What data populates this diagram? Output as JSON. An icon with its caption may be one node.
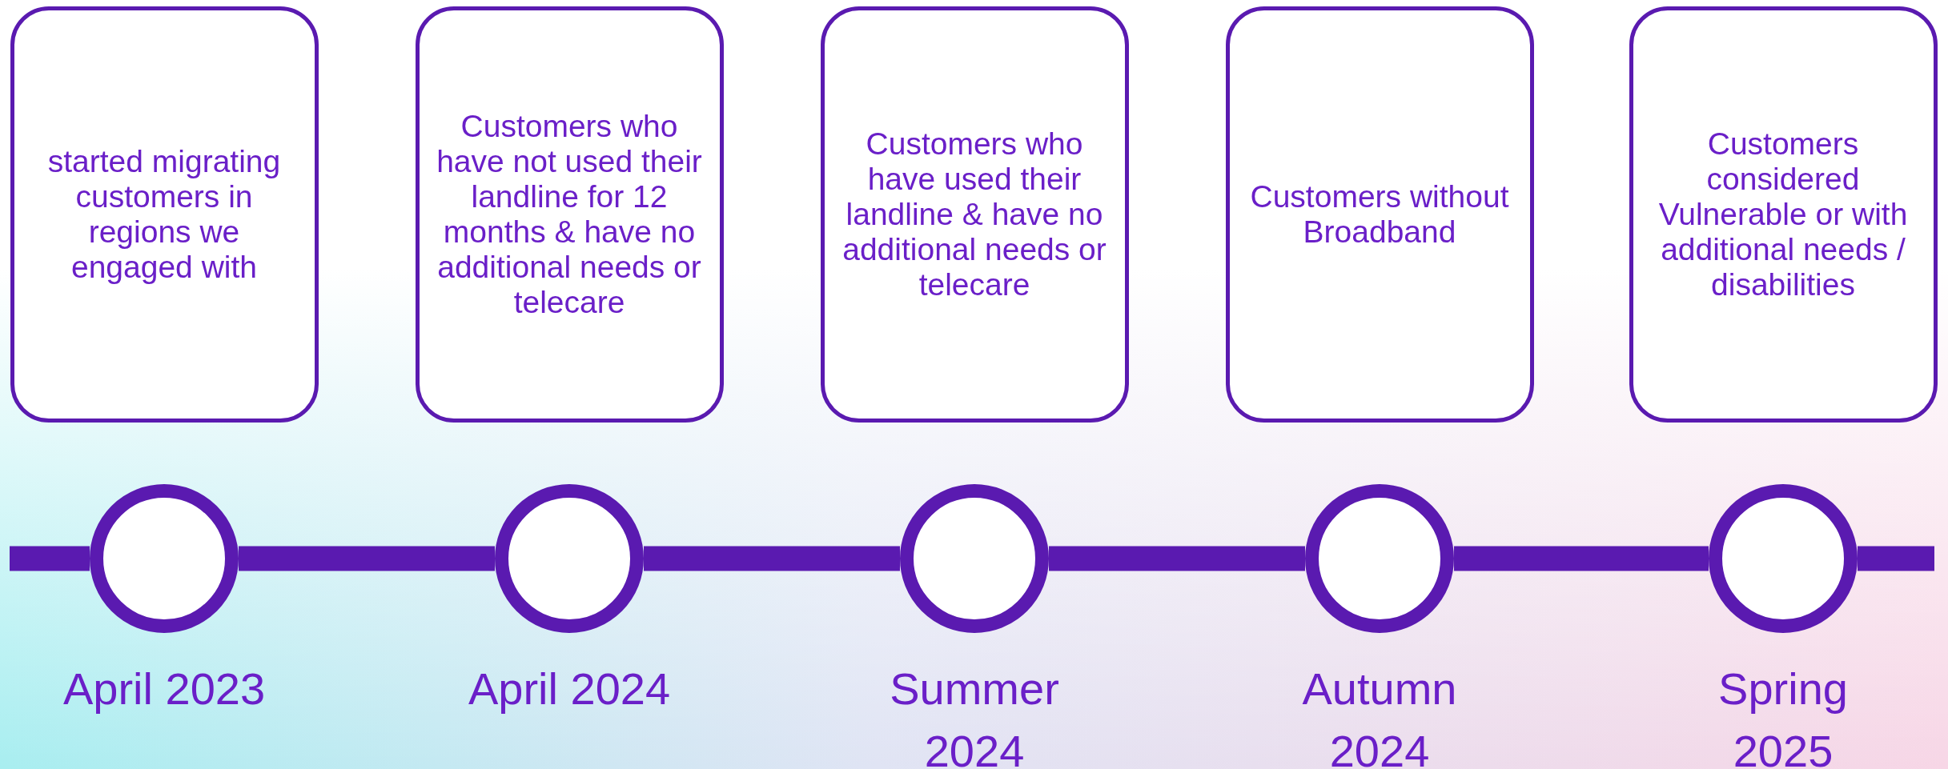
{
  "diagram": {
    "nodes": [
      {
        "text": [
          "started migrating customers in regions we engaged with"
        ]
      },
      {
        "text": [
          "Customers who have not used their landline for 12 months & have no additional needs or telecare"
        ]
      },
      {
        "text": [
          "Customers who have used their landline & have no additional needs or telecare"
        ]
      },
      {
        "text": [
          "Customers without Broadband"
        ]
      },
      {
        "text": [
          "Customers considered Vulnerable or with additional needs / disabilities"
        ]
      },
      {
        "text": [],
        "shape": "circle",
        "beside": [
          "April 2023"
        ]
      },
      {
        "text": [],
        "shape": "circle",
        "beside": [
          "April 2024"
        ]
      },
      {
        "text": [],
        "shape": "circle",
        "beside": [
          "Summer 2024"
        ]
      },
      {
        "text": [],
        "shape": "circle",
        "beside": [
          "Autumn 2024"
        ]
      },
      {
        "text": [],
        "shape": "circle",
        "beside": [
          "Spring 2025"
        ]
      }
    ],
    "edges": [
      {
        "from": 5,
        "to": 6,
        "arrow": "none"
      },
      {
        "from": 6,
        "to": 7,
        "arrow": "none"
      },
      {
        "from": 7,
        "to": 8,
        "arrow": "none"
      },
      {
        "from": 8,
        "to": 9,
        "arrow": "none"
      }
    ]
  }
}
